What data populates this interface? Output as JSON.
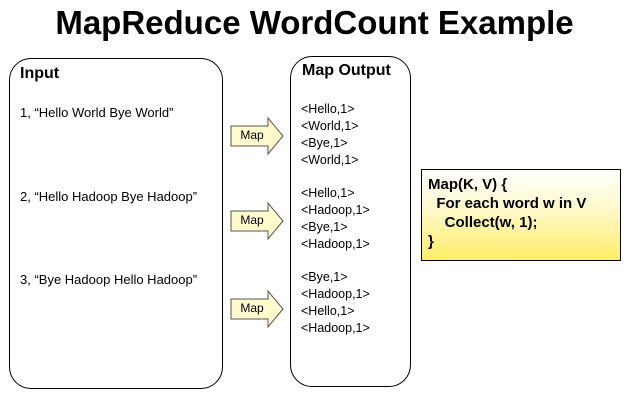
{
  "title": "MapReduce WordCount Example",
  "input": {
    "heading": "Input",
    "lines": [
      "1, “Hello World Bye World”",
      "2, “Hello Hadoop Bye Hadoop”",
      "3, “Bye Hadoop Hello Hadoop”"
    ]
  },
  "arrows": {
    "label": "Map"
  },
  "map_output": {
    "heading": "Map Output",
    "groups": [
      [
        "<Hello,1>",
        "<World,1>",
        "<Bye,1>",
        "<World,1>"
      ],
      [
        "<Hello,1>",
        "<Hadoop,1>",
        "<Bye,1>",
        "<Hadoop,1>"
      ],
      [
        "<Bye,1>",
        "<Hadoop,1>",
        "<Hello,1>",
        "<Hadoop,1>"
      ]
    ]
  },
  "code": {
    "lines": [
      "Map(K, V) {",
      "  For each word w in V",
      "    Collect(w, 1);",
      "}"
    ]
  },
  "colors": {
    "arrow_fill": "#fffacd",
    "arrow_stroke": "#555555",
    "code_bg_bottom": "#ffee66"
  }
}
